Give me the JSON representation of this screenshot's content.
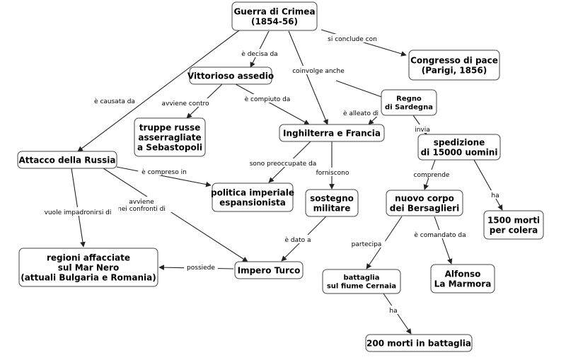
{
  "concept_map": {
    "nodes": [
      {
        "id": "n1",
        "lines": [
          "Guerra di Crimea",
          "(1854-56)"
        ]
      },
      {
        "id": "n2",
        "lines": [
          "Congresso di pace",
          "(Parigi, 1856)"
        ]
      },
      {
        "id": "n3",
        "lines": [
          "Vittorioso assedio"
        ]
      },
      {
        "id": "n4",
        "lines": [
          "Regno",
          "di Sardegna"
        ]
      },
      {
        "id": "n5",
        "lines": [
          "truppe russe",
          "asserragliate",
          "a Sebastopoli"
        ]
      },
      {
        "id": "n6",
        "lines": [
          "Inghilterra e Francia"
        ]
      },
      {
        "id": "n7",
        "lines": [
          "spedizione",
          "di 15000 uomini"
        ]
      },
      {
        "id": "n8",
        "lines": [
          "Attacco della Russia"
        ]
      },
      {
        "id": "n9",
        "lines": [
          "politica imperiale",
          "espansionista"
        ]
      },
      {
        "id": "n10",
        "lines": [
          "sostegno",
          "militare"
        ]
      },
      {
        "id": "n11",
        "lines": [
          "nuovo corpo",
          "dei Bersaglieri"
        ]
      },
      {
        "id": "n12",
        "lines": [
          "1500 morti",
          "per colera"
        ]
      },
      {
        "id": "n13",
        "lines": [
          "regioni affacciate",
          "sul Mar Nero",
          "(attuali Bulgaria e Romania)"
        ]
      },
      {
        "id": "n14",
        "lines": [
          "Impero Turco"
        ]
      },
      {
        "id": "n15",
        "lines": [
          "battaglia",
          "sul fiume Cernaia"
        ]
      },
      {
        "id": "n16",
        "lines": [
          "Alfonso",
          "La Marmora"
        ]
      },
      {
        "id": "n17",
        "lines": [
          "200 morti in battaglia"
        ]
      }
    ],
    "edges": [
      {
        "id": "e1",
        "label": "si conclude con"
      },
      {
        "id": "e2",
        "label": "è decisa da"
      },
      {
        "id": "e3",
        "label": "coinvolge anche"
      },
      {
        "id": "e4",
        "label": "è causata da"
      },
      {
        "id": "e5",
        "label": "avviene contro"
      },
      {
        "id": "e6",
        "label": "è compiuto da"
      },
      {
        "id": "e7",
        "label": "è alleato di"
      },
      {
        "id": "e8",
        "label": "invia"
      },
      {
        "id": "e9",
        "label": "è compreso in"
      },
      {
        "id": "e10",
        "label": "avviene nei confronti di"
      },
      {
        "id": "e11",
        "label": "vuole impadronirsi di"
      },
      {
        "id": "e12",
        "label": "sono preoccupate da"
      },
      {
        "id": "e13",
        "label": "forniscono"
      },
      {
        "id": "e14",
        "label": "comprende"
      },
      {
        "id": "e15",
        "label": "ha"
      },
      {
        "id": "e16",
        "label": "è dato a"
      },
      {
        "id": "e17",
        "label": "possiede"
      },
      {
        "id": "e18",
        "label": "partecipa"
      },
      {
        "id": "e19",
        "label": "è comandato da"
      },
      {
        "id": "e20",
        "label": "ha"
      }
    ]
  }
}
